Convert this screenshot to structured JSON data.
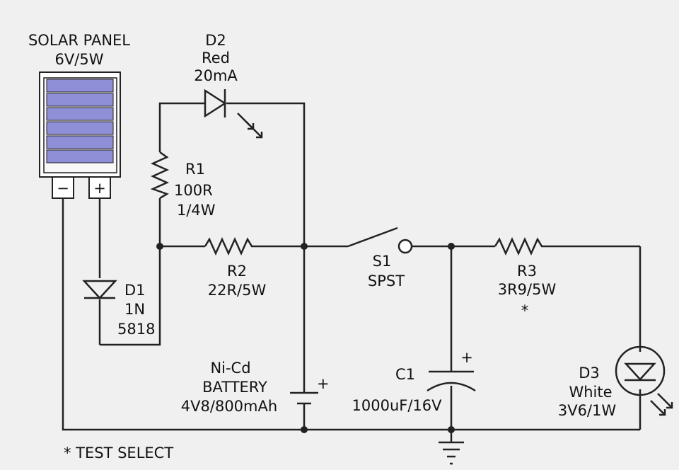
{
  "solar_panel": {
    "name": "SOLAR PANEL",
    "rating": "6V/5W",
    "minus": "−",
    "plus": "+"
  },
  "d2": {
    "ref": "D2",
    "color": "Red",
    "current": "20mA"
  },
  "r1": {
    "ref": "R1",
    "value": "100R",
    "power": "1/4W"
  },
  "r2": {
    "ref": "R2",
    "value": "22R/5W"
  },
  "d1": {
    "ref": "D1",
    "value": "1N",
    "part": "5818"
  },
  "s1": {
    "ref": "S1",
    "type": "SPST"
  },
  "r3": {
    "ref": "R3",
    "value": "3R9/5W",
    "mark": "*"
  },
  "c1": {
    "ref": "C1",
    "value": "1000uF/16V",
    "plus": "+"
  },
  "battery": {
    "chem": "Ni-Cd",
    "name": "BATTERY",
    "value": "4V8/800mAh",
    "plus": "+"
  },
  "d3": {
    "ref": "D3",
    "color": "White",
    "rating": "3V6/1W"
  },
  "note": "* TEST SELECT",
  "colors": {
    "panel_cells": "#8f8fd8",
    "wire": "#222222",
    "background": "#f0f0f0"
  }
}
